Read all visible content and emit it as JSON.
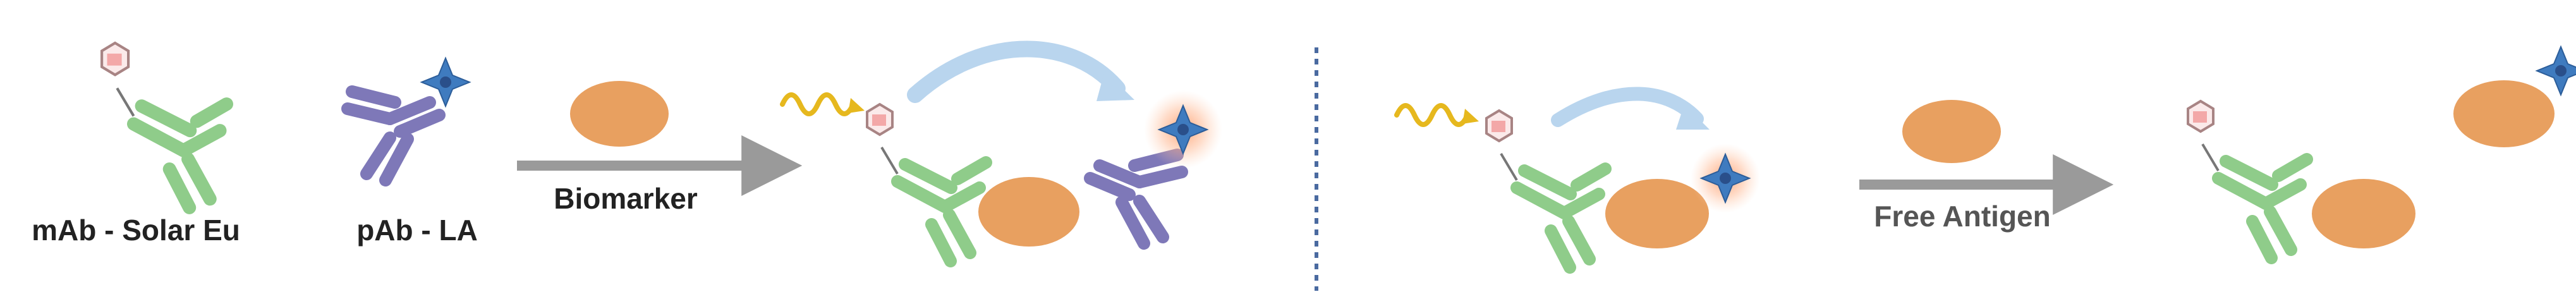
{
  "labels": {
    "mab_solar_eu": "mAb - Solar Eu",
    "pab_la": "pAb - LA",
    "biomarker": "Biomarker",
    "free_antigen": "Free Antigen"
  },
  "colors": {
    "mab_green": "#8fcc8a",
    "pab_purple": "#7e78b8",
    "antigen_orange": "#e8a060",
    "la_star_blue": "#3f7bbf",
    "light_wave_yellow": "#e6b81e",
    "energy_arrow_blue": "#b9d5ee",
    "process_arrow_gray": "#9a9a9a",
    "divider_blue": "#4a6aa0",
    "eu_chelate_outline": "#c39a9a",
    "eu_chelate_fill": "#f4c6c6",
    "label_text": "#222222",
    "label_text_gray": "#555555"
  },
  "icons": {
    "mab": "y-antibody-icon",
    "pab": "y-antibody-icon",
    "eu_label": "hexagon-chelate-icon",
    "la_label": "four-point-star-icon",
    "antigen": "ellipse-icon",
    "excitation": "wavy-arrow-icon",
    "energy_transfer": "curved-arrow-icon"
  }
}
